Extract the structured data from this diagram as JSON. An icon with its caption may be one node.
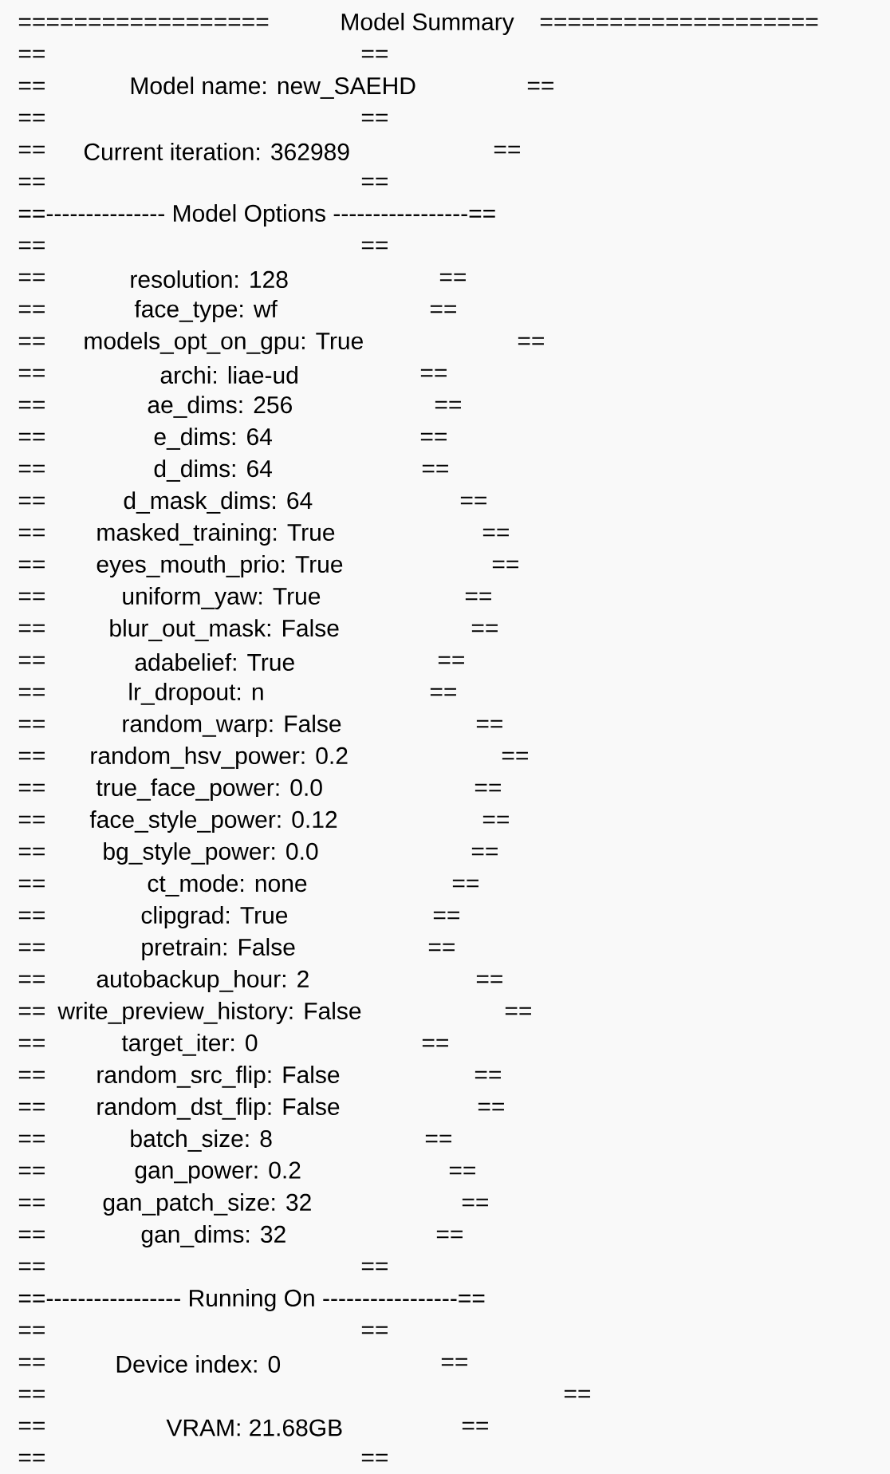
{
  "diagram": {
    "labels": [
      "==================",
      "Model Summary",
      "====================",
      "==",
      "==",
      "==",
      "Model name: new_SAEHD",
      "==",
      "==",
      "==",
      "==",
      "Current iteration: 362989",
      "==",
      "==",
      "==",
      "==--------------- Model Options -----------------==",
      "==",
      "==",
      "==",
      "resolution: 128",
      "==",
      "==",
      "face_type: wf",
      "==",
      "==",
      "models_opt_on_gpu: True",
      "==",
      "==",
      "archi: liae-ud",
      "==",
      "==",
      "ae_dims: 256",
      "==",
      "==",
      "e_dims: 64",
      "==",
      "==",
      "d_dims: 64",
      "==",
      "==",
      "d_mask_dims: 64",
      "==",
      "==",
      "masked_training: True",
      "==",
      "==",
      "eyes_mouth_prio: True",
      "==",
      "==",
      "uniform_yaw: True",
      "==",
      "==",
      "blur_out_mask: False",
      "==",
      "==",
      "adabelief: True",
      "==",
      "==",
      "lr_dropout: n",
      "==",
      "==",
      "random_warp: False",
      "==",
      "==",
      "random_hsv_power: 0.2",
      "==",
      "==",
      "true_face_power: 0.0",
      "==",
      "==",
      "face_style_power: 0.12",
      "==",
      "==",
      "bg_style_power: 0.0",
      "==",
      "==",
      "ct_mode: none",
      "==",
      "==",
      "clipgrad: True",
      "==",
      "==",
      "pretrain: False",
      "==",
      "==",
      "autobackup_hour: 2",
      "==",
      "==",
      "write_preview_history: False",
      "==",
      "==",
      "target_iter: 0",
      "==",
      "==",
      "random_src_flip: False",
      "==",
      "==",
      "random_dst_flip: False",
      "==",
      "==",
      "batch_size: 8",
      "==",
      "==",
      "gan_power: 0.2",
      "==",
      "==",
      "gan_patch_size: 32",
      "==",
      "==",
      "gan_dims: 32",
      "==",
      "==",
      "==",
      "==----------------- Running On -----------------==",
      "==",
      "==",
      "==",
      "Device index: 0",
      "==",
      "==",
      "==",
      "==",
      "VRAM: 21.68GB",
      "==",
      "==",
      "=="
    ]
  }
}
